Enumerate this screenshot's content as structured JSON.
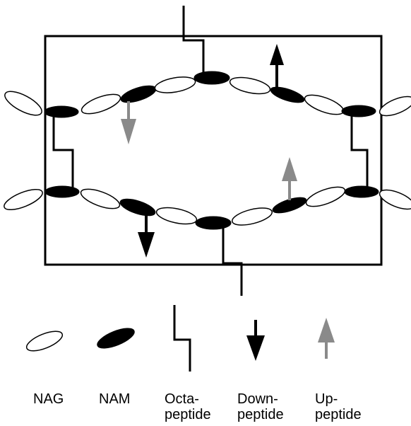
{
  "colors": {
    "black": "#000000",
    "white": "#ffffff",
    "up_arrow_gray": "#8a8a8a",
    "down_arrow_black": "#000000"
  },
  "legend": {
    "nag": {
      "label": "NAG"
    },
    "nam": {
      "label": "NAM"
    },
    "octapeptide": {
      "line1": "Octa-",
      "line2": "peptide"
    },
    "downpeptide": {
      "line1": "Down-",
      "line2": "peptide"
    },
    "uppeptide": {
      "line1": "Up-",
      "line2": "peptide"
    }
  }
}
